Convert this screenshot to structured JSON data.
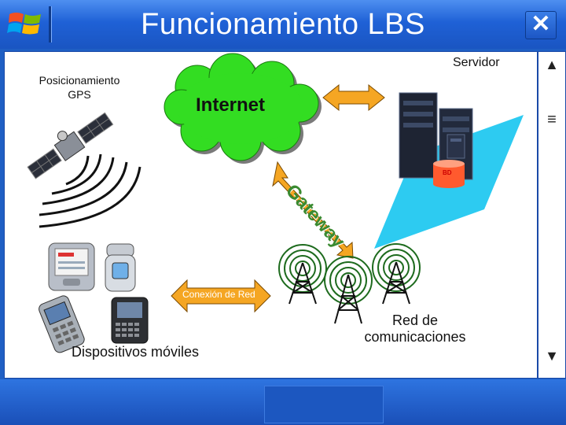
{
  "window": {
    "title": "Funcionamiento LBS",
    "close_glyph": "✕"
  },
  "scrollbar": {
    "up_glyph": "▲",
    "grip_glyph": "≡",
    "down_glyph": "▼"
  },
  "diagram": {
    "gps_label": "Posicionamiento\nGPS",
    "server_label": "Servidor",
    "internet_label": "Internet",
    "gateway_label": "Gateway",
    "network_connection_label": "Conexión de Red",
    "comm_network_label": "Red de\ncomunicaciones",
    "devices_label": "Dispositivos móviles",
    "database_label": "BD"
  },
  "colors": {
    "cloud": "#33dd22",
    "arrow": "#f5a623",
    "server_base": "#22c8f0",
    "tower_ring": "#1e6b1e"
  },
  "icons": [
    "windows-logo-icon",
    "satellite-icon",
    "server-icon",
    "database-icon",
    "tower-icon",
    "pda-icon",
    "flip-phone-icon",
    "phone-icon",
    "blackberry-icon"
  ]
}
